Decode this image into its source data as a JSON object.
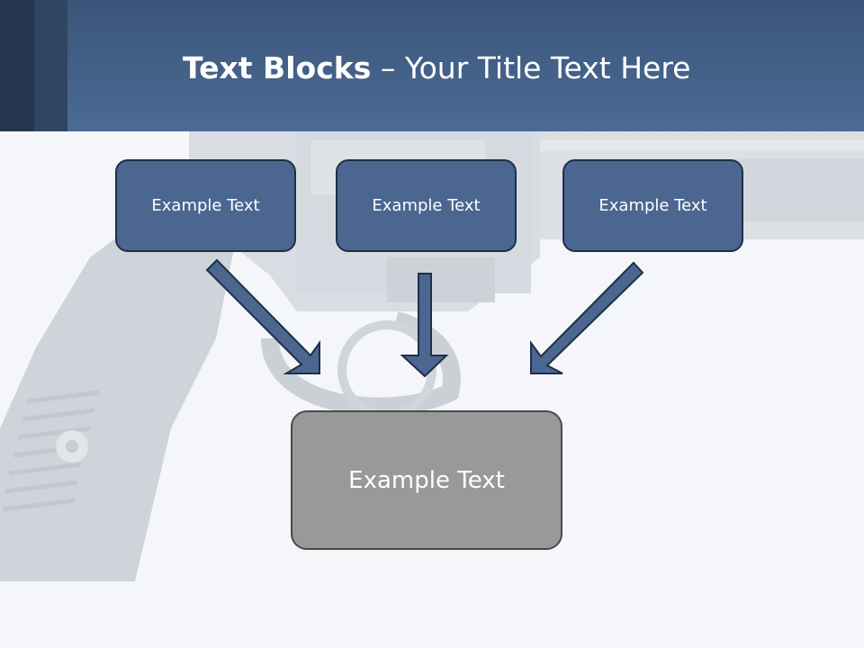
{
  "slide": {
    "title_bold": "Text Blocks",
    "title_rest": " – Your Title Text Here"
  },
  "diagram": {
    "blocks": [
      "Example Text",
      "Example Text",
      "Example Text"
    ],
    "result": "Example Text"
  },
  "colors": {
    "header": "#4b6b95",
    "block_fill": "#4b6690",
    "result_fill": "#999999",
    "arrow_fill": "#4b6690"
  },
  "background_image": "revolver-photo"
}
